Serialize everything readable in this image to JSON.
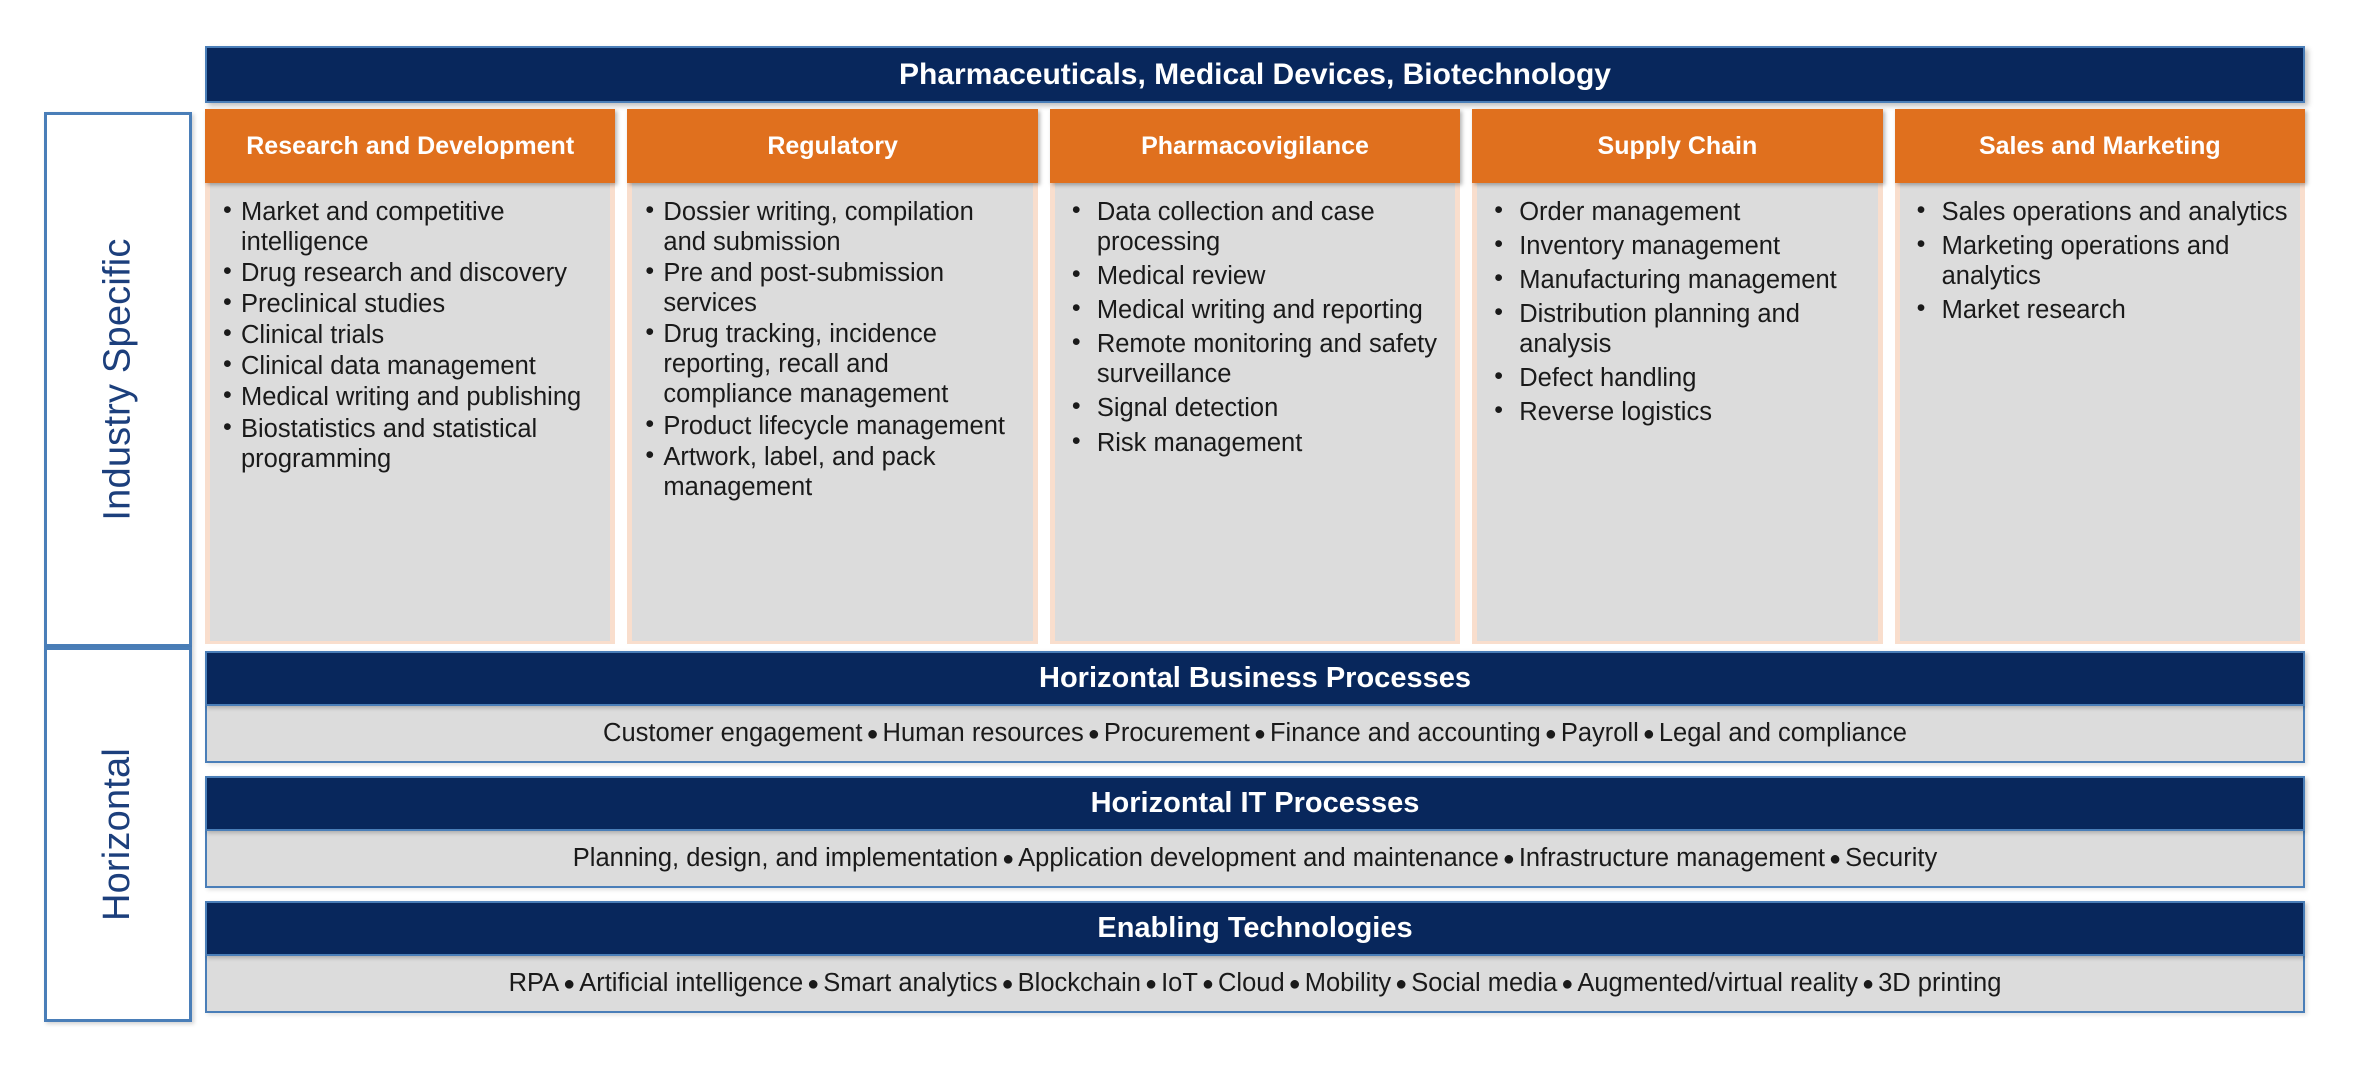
{
  "axis": {
    "labels": [
      {
        "name": "industry-specific",
        "text": "Industry Specific"
      },
      {
        "name": "horizontal",
        "text": "Horizontal"
      }
    ]
  },
  "colors": {
    "navy": "#08275C",
    "orange": "#E0701E",
    "grey": "#DCDCDC",
    "border_blue": "#4A7EB8",
    "border_peach": "#F9DECD",
    "label_navy": "#1C3F7C"
  },
  "master_banner": {
    "title": "Pharmaceuticals, Medical Devices, Biotechnology"
  },
  "columns": [
    {
      "name": "research-and-development",
      "header": "Research and Development",
      "bullet_style": "tight",
      "items": [
        "Market and competitive intelligence",
        "Drug research and discovery",
        "Preclinical studies",
        "Clinical trials",
        "Clinical data management",
        "Medical writing and publishing",
        "Biostatistics and statistical programming"
      ]
    },
    {
      "name": "regulatory",
      "header": "Regulatory",
      "bullet_style": "tight",
      "items": [
        "Dossier writing, compilation and submission",
        "Pre and post-submission services",
        "Drug tracking, incidence reporting, recall and compliance management",
        "Product lifecycle management",
        "Artwork, label, and pack management"
      ]
    },
    {
      "name": "pharmacovigilance",
      "header": "Pharmacovigilance",
      "bullet_style": "spaced",
      "items": [
        "Data collection and case processing",
        "Medical review",
        "Medical writing and reporting",
        "Remote monitoring and safety surveillance",
        "Signal detection",
        "Risk management"
      ]
    },
    {
      "name": "supply-chain",
      "header": "Supply Chain",
      "bullet_style": "spaced",
      "items": [
        "Order management",
        "Inventory management",
        "Manufacturing management",
        "Distribution planning and analysis",
        "Defect handling",
        "Reverse logistics"
      ]
    },
    {
      "name": "sales-and-marketing",
      "header": "Sales and Marketing",
      "bullet_style": "spaced",
      "items": [
        "Sales operations and analytics",
        "Marketing operations and analytics",
        "Market research"
      ]
    }
  ],
  "bands": [
    {
      "name": "horizontal-business-processes",
      "header": "Horizontal Business Processes",
      "items": [
        "Customer engagement",
        "Human resources",
        "Procurement",
        "Finance and accounting",
        "Payroll",
        "Legal and compliance"
      ]
    },
    {
      "name": "horizontal-it-processes",
      "header": "Horizontal IT Processes",
      "items": [
        "Planning, design, and implementation",
        "Application development and maintenance",
        "Infrastructure management",
        "Security"
      ]
    },
    {
      "name": "enabling-technologies",
      "header": "Enabling Technologies",
      "items": [
        "RPA",
        "Artificial intelligence",
        "Smart analytics",
        "Blockchain",
        "IoT",
        "Cloud",
        "Mobility",
        "Social media",
        "Augmented/virtual reality",
        "3D printing"
      ]
    }
  ],
  "separator_glyph": "●"
}
